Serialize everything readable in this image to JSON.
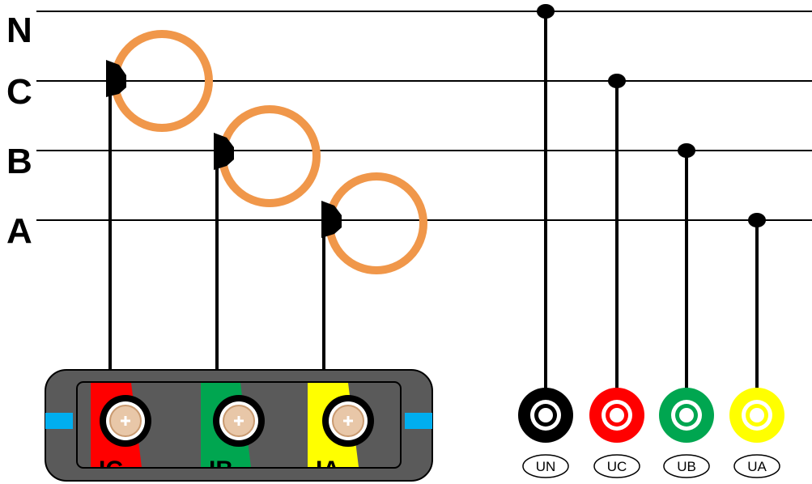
{
  "phases": [
    {
      "label": "N"
    },
    {
      "label": "C"
    },
    {
      "label": "B"
    },
    {
      "label": "A"
    }
  ],
  "current_inputs": [
    {
      "label": "IC",
      "color": "#ff0000"
    },
    {
      "label": "IB",
      "color": "#00a650"
    },
    {
      "label": "IA",
      "color": "#ffff00"
    }
  ],
  "voltage_terminals": [
    {
      "label": "UN",
      "color": "#000000"
    },
    {
      "label": "UC",
      "color": "#ff0000"
    },
    {
      "label": "UB",
      "color": "#00a650"
    },
    {
      "label": "UA",
      "color": "#ffff00"
    }
  ],
  "colors": {
    "clamp_ring": "#f0974a",
    "device_body": "#5a5a5a",
    "side_marker": "#00aeef",
    "wire": "#000000"
  }
}
